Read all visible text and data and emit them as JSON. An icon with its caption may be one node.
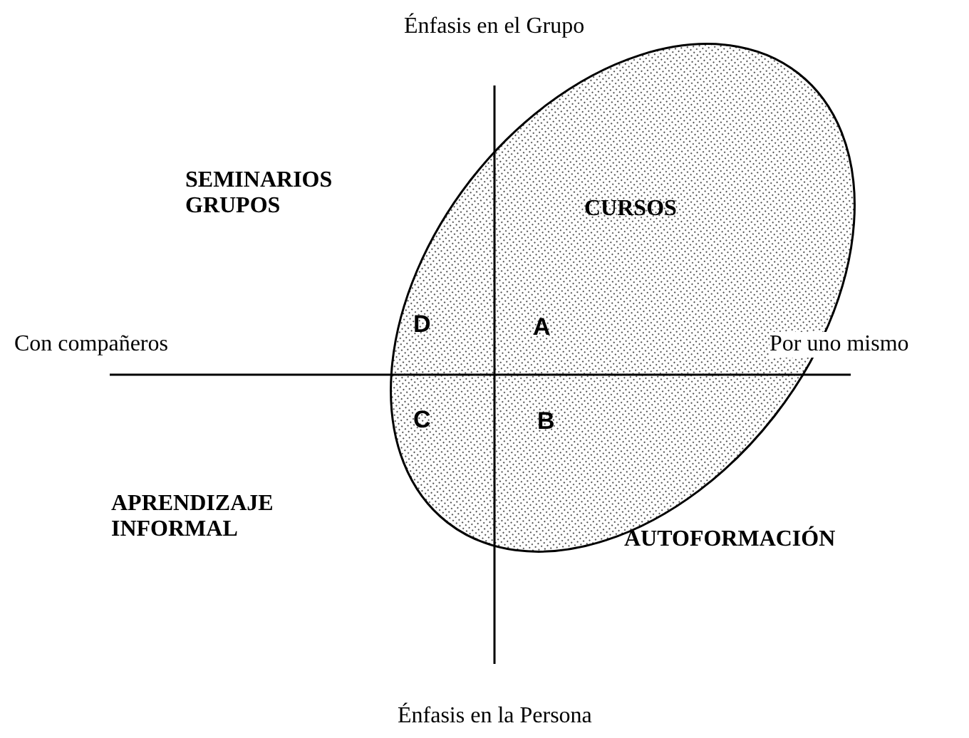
{
  "diagram": {
    "nodes": [
      {
        "text": [
          "CURSOS",
          "D",
          "A",
          "C",
          "B"
        ]
      }
    ],
    "labels": [
      "Énfasis en el Grupo",
      "SEMINARIOS GRUPOS",
      "Con compañeros",
      "Por uno mismo",
      "APRENDIZAJE INFORMAL",
      "AUTOFORMACIÓN",
      "Énfasis en la Persona"
    ]
  }
}
